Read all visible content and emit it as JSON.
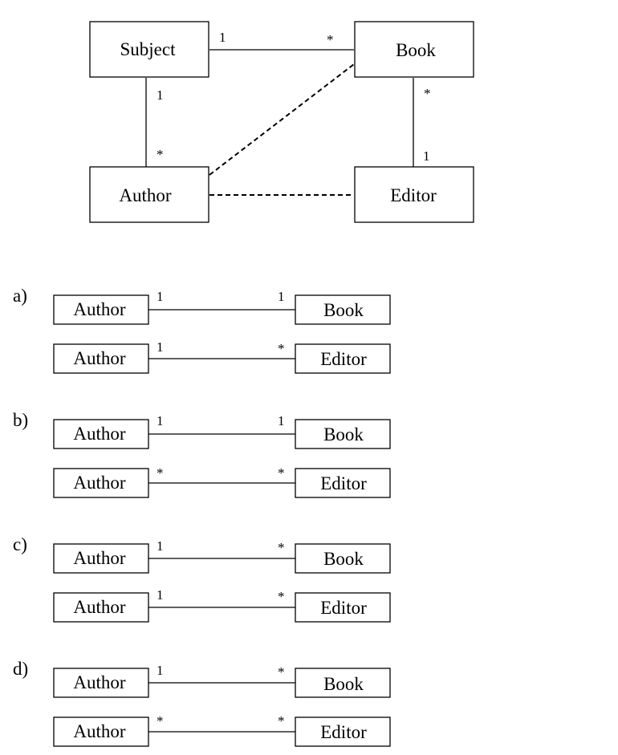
{
  "main_diagram": {
    "classes": {
      "subject": "Subject",
      "book": "Book",
      "author": "Author",
      "editor": "Editor"
    },
    "multiplicities": {
      "subject_book_subject_end": "1",
      "subject_book_book_end": "*",
      "subject_author_subject_end": "1",
      "subject_author_author_end": "*",
      "book_editor_book_end": "*",
      "book_editor_editor_end": "1"
    }
  },
  "options": [
    {
      "label": "a)",
      "rows": [
        {
          "left": "Author",
          "left_mult": "1",
          "right_mult": "1",
          "right": "Book"
        },
        {
          "left": "Author",
          "left_mult": "1",
          "right_mult": "*",
          "right": "Editor"
        }
      ]
    },
    {
      "label": "b)",
      "rows": [
        {
          "left": "Author",
          "left_mult": "1",
          "right_mult": "1",
          "right": "Book"
        },
        {
          "left": "Author",
          "left_mult": "*",
          "right_mult": "*",
          "right": "Editor"
        }
      ]
    },
    {
      "label": "c)",
      "rows": [
        {
          "left": "Author",
          "left_mult": "1",
          "right_mult": "*",
          "right": "Book"
        },
        {
          "left": "Author",
          "left_mult": "1",
          "right_mult": "*",
          "right": "Editor"
        }
      ]
    },
    {
      "label": "d)",
      "rows": [
        {
          "left": "Author",
          "left_mult": "1",
          "right_mult": "*",
          "right": "Book"
        },
        {
          "left": "Author",
          "left_mult": "*",
          "right_mult": "*",
          "right": "Editor"
        }
      ]
    }
  ]
}
